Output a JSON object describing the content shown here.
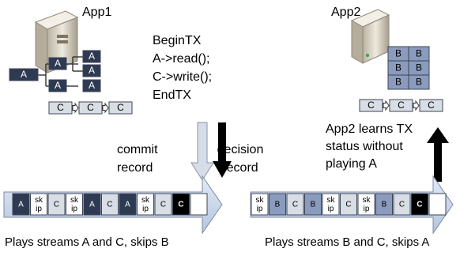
{
  "app1": {
    "title": "App1",
    "stream_a_label": "A",
    "stream_a_nodes": [
      "A",
      "A",
      "A",
      "A",
      "A",
      "A"
    ],
    "chain": [
      "C",
      "C",
      "C"
    ],
    "code_lines": [
      "BeginTX",
      "A->read();",
      "C->write();",
      "EndTX"
    ],
    "commit_label_lines": [
      "commit",
      "record"
    ],
    "decision_label_lines": [
      "decision",
      "record"
    ],
    "log_entries": [
      "A",
      "sk\nip",
      "C",
      "sk\nip",
      "A",
      "C",
      "A",
      "sk\nip",
      "C",
      "C",
      ""
    ],
    "caption": "Plays streams A and C, skips B"
  },
  "app2": {
    "title": "App2",
    "stream_b_grid": [
      "B",
      "B",
      "B",
      "B",
      "B",
      "B"
    ],
    "chain": [
      "C",
      "C",
      "C"
    ],
    "learns_lines": [
      "App2 learns TX",
      "status without",
      "playing A"
    ],
    "log_entries": [
      "sk\nip",
      "B",
      "C",
      "B",
      "sk\nip",
      "C",
      "sk\nip",
      "B",
      "C",
      "C",
      ""
    ],
    "caption": "Plays streams B and C, skips A"
  },
  "colors": {
    "stream_a": "#2d3a52",
    "stream_b": "#8a9bbd",
    "stream_c": "#d9dee6",
    "skip": "#ffffff",
    "decision": "#000000",
    "arrow_body": "#c5d3ea",
    "commit_arrow": "#d7dde6"
  }
}
